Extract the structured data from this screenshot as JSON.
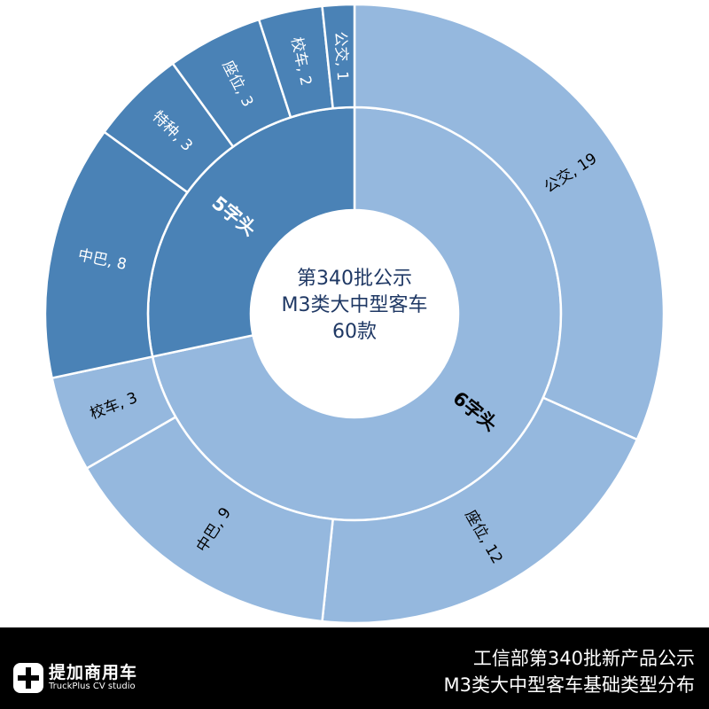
{
  "chart_data": {
    "type": "sunburst",
    "center_label": [
      "第340批公示",
      "M3类大中型客车",
      "60款"
    ],
    "colors": {
      "6字头": "#95b8de",
      "5字头": "#4a82b6",
      "border": "#ffffff",
      "center_text": "#1f3864"
    },
    "groups": [
      {
        "name": "6字头",
        "value": 43,
        "children": [
          {
            "name": "公交",
            "value": 19,
            "label": "公交, 19"
          },
          {
            "name": "座位",
            "value": 12,
            "label": "座位, 12"
          },
          {
            "name": "中巴",
            "value": 9,
            "label": "中巴, 9"
          },
          {
            "name": "校车",
            "value": 3,
            "label": "校车, 3"
          }
        ]
      },
      {
        "name": "5字头",
        "value": 17,
        "children": [
          {
            "name": "中巴",
            "value": 8,
            "label": "中巴, 8"
          },
          {
            "name": "特种",
            "value": 3,
            "label": "特种, 3"
          },
          {
            "name": "座位",
            "value": 3,
            "label": "座位, 3"
          },
          {
            "name": "校车",
            "value": 2,
            "label": "校车, 2"
          },
          {
            "name": "公交",
            "value": 1,
            "label": "公交, 1"
          }
        ]
      }
    ]
  },
  "footer": {
    "logo_cn": "提加商用车",
    "logo_en": "TruckPlus CV studio",
    "title_line1": "工信部第340批新产品公示",
    "title_line2": "M3类大中型客车基础类型分布"
  }
}
